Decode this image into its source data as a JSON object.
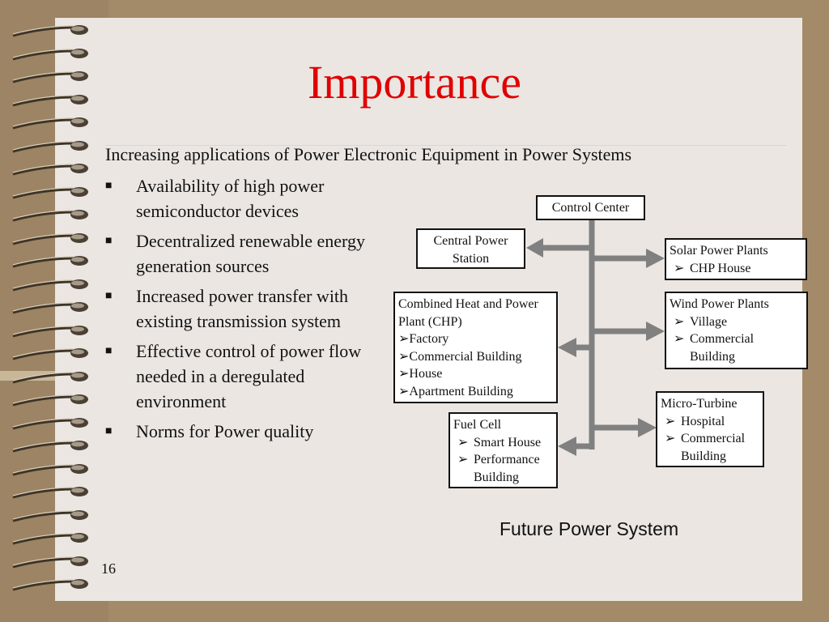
{
  "slide": {
    "title": "Importance",
    "subtitle": "Increasing applications of Power Electronic Equipment in Power Systems",
    "bullet_marker": "■",
    "bullets": [
      "Availability of high power semiconductor devices",
      "Decentralized renewable energy generation sources",
      "Increased power transfer with existing transmission system",
      "Effective control of power flow needed in a deregulated environment",
      "Norms for Power quality"
    ],
    "page_number": "16"
  },
  "diagram": {
    "caption": "Future Power System",
    "control_center": "Control Center",
    "central_power_station": {
      "line1": "Central Power",
      "line2": "Station"
    },
    "solar": {
      "title": "Solar Power Plants",
      "items": [
        "CHP House"
      ]
    },
    "chp": {
      "title_line1": "Combined Heat and Power",
      "title_line2": "Plant (CHP)",
      "items": [
        "Factory",
        "Commercial Building",
        "House",
        "Apartment Building"
      ]
    },
    "wind": {
      "title": "Wind Power Plants",
      "item1": "Village",
      "item2_line1": "Commercial",
      "item2_line2": "Building"
    },
    "micro_turbine": {
      "title": "Micro-Turbine",
      "item1": "Hospital",
      "item2_line1": "Commercial",
      "item2_line2": "Building"
    },
    "fuel_cell": {
      "title": "Fuel Cell",
      "item1": "Smart House",
      "item2_line1": "Performance",
      "item2_line2": "Building"
    },
    "bullet_glyph": "➢",
    "arrow_color": "#808080"
  }
}
